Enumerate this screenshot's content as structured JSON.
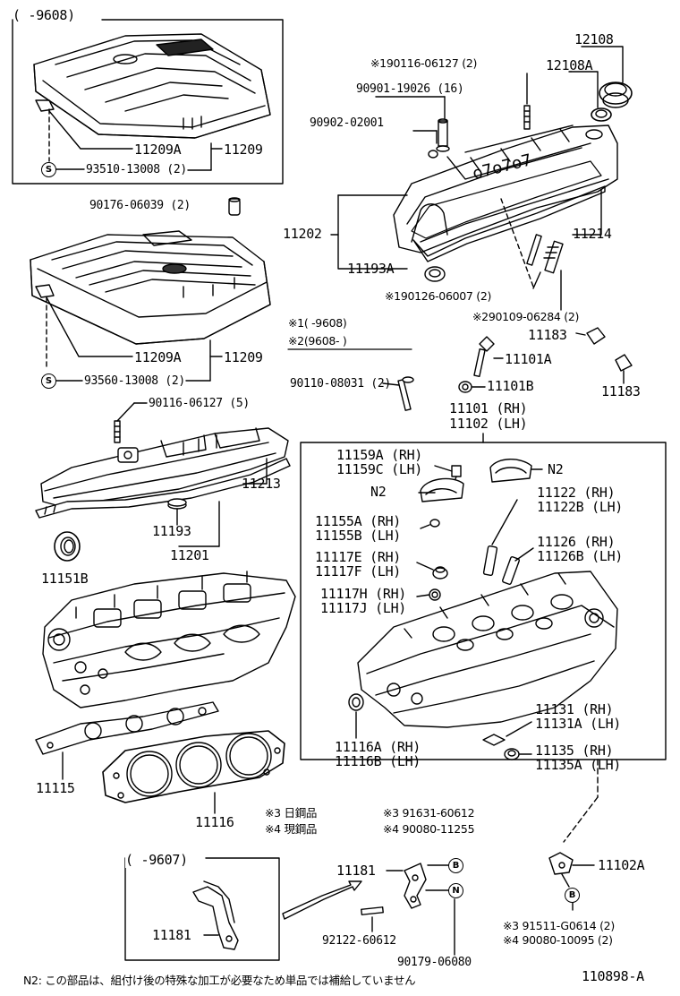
{
  "diagram": {
    "callouts": {
      "box_top_range": "(   -9608)",
      "p_11209A_top": "11209A",
      "p_11209_top": "11209",
      "p_93510": "93510-13008 (2)",
      "p_90176": "90176-06039 (2)",
      "p_11209A_mid": "11209A",
      "p_11209_mid": "11209",
      "p_93560": "93560-13008 (2)",
      "p_90116_5": "90116-06127 (5)",
      "p_11213": "11213",
      "p_11193": "11193",
      "p_11201": "11201",
      "p_11151B": "11151B",
      "p_11115": "11115",
      "p_11116": "11116",
      "p_190116": "※190116-06127 (2)",
      "p_90901": "90901-19026 (16)",
      "p_90902": "90902-02001",
      "p_12108": "12108",
      "p_12108A": "12108A",
      "p_11202": "11202",
      "p_11214": "11214",
      "p_11193A": "11193A",
      "p_190126": "※190126-06007 (2)",
      "p_290109": "※290109-06284 (2)",
      "note1": "※1(   -9608)",
      "note2": "※2(9608-   )",
      "p_11183_a": "11183",
      "p_11183_b": "11183",
      "p_11101A": "11101A",
      "p_90110": "90110-08031 (2)",
      "p_11101B": "11101B",
      "p_11101": "11101 (RH)",
      "p_11102": "11102 (LH)",
      "p_11159A": "11159A (RH)",
      "p_11159C": "11159C (LH)",
      "p_N2_a": "N2",
      "p_N2_b": "N2",
      "p_11122": "11122  (RH)",
      "p_11122B": "11122B (LH)",
      "p_11155A": "11155A (RH)",
      "p_11155B": "11155B (LH)",
      "p_11126": "11126  (RH)",
      "p_11126B": "11126B (LH)",
      "p_11117E": "11117E (RH)",
      "p_11117F": "11117F (LH)",
      "p_11117H": "11117H (RH)",
      "p_11117J": "11117J (LH)",
      "p_11131": "11131  (RH)",
      "p_11131A": "11131A (LH)",
      "p_11116A": "11116A (RH)",
      "p_11116B": "11116B (LH)",
      "p_11135": "11135  (RH)",
      "p_11135A": "11135A (LH)",
      "p_note3_jp": "※3 日鋼品",
      "p_note4_jp": "※4 現鋼品",
      "p_91631": "※3 91631-60612",
      "p_90080_11255": "※4 90080-11255",
      "p_box_bottom_range": "(   -9607)",
      "p_11181_a": "11181",
      "p_11181_b": "11181",
      "p_11102A": "11102A",
      "p_92122": "92122-60612",
      "p_90179": "90179-06080",
      "p_91511": "※3 91511-G0614 (2)",
      "p_90080_10095": "※4 90080-10095 (2)",
      "p_footnote": "N2: この部品は、組付け後の特殊な加工が必要なため単品では補給していません",
      "p_code": "110898-A",
      "circle_S1": "S",
      "circle_S2": "S",
      "circle_B1": "B",
      "circle_N": "N",
      "circle_B2": "B"
    },
    "line_color": "#000000"
  }
}
